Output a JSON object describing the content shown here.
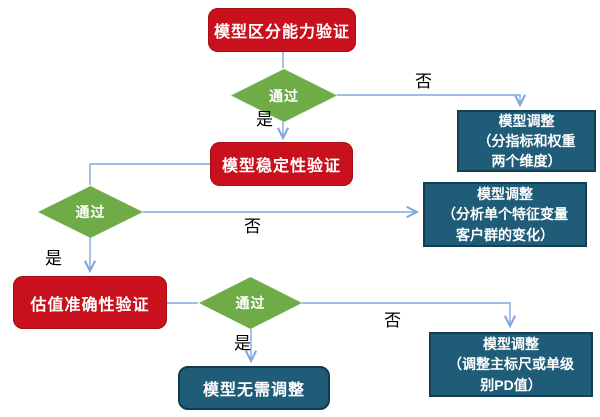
{
  "diagram": {
    "steps": {
      "step1": "模型区分能力验证",
      "step2": "模型稳定性验证",
      "step3": "估值准确性验证"
    },
    "decisions": {
      "decision1": "通过",
      "decision2": "通过",
      "decision3": "通过"
    },
    "outcomes": {
      "adjust1": "模型调整\n（分指标和权重\n两个维度）",
      "adjust2": "模型调整\n（分析单个特征变量\n客户群的变化）",
      "adjust3": "模型调整\n（调整主标尺或单级\n别PD值）",
      "no_adjust": "模型无需调整"
    },
    "edge_labels": {
      "yes": "是",
      "no": "否"
    },
    "colors": {
      "step_red": "#c9101d",
      "decision_green": "#6fac47",
      "outcome_teal": "#1e5c78",
      "outcome_border": "#143e53",
      "connector_blue": "#7fa8dc",
      "text_white": "#ffffff",
      "label_black": "#000000"
    }
  }
}
